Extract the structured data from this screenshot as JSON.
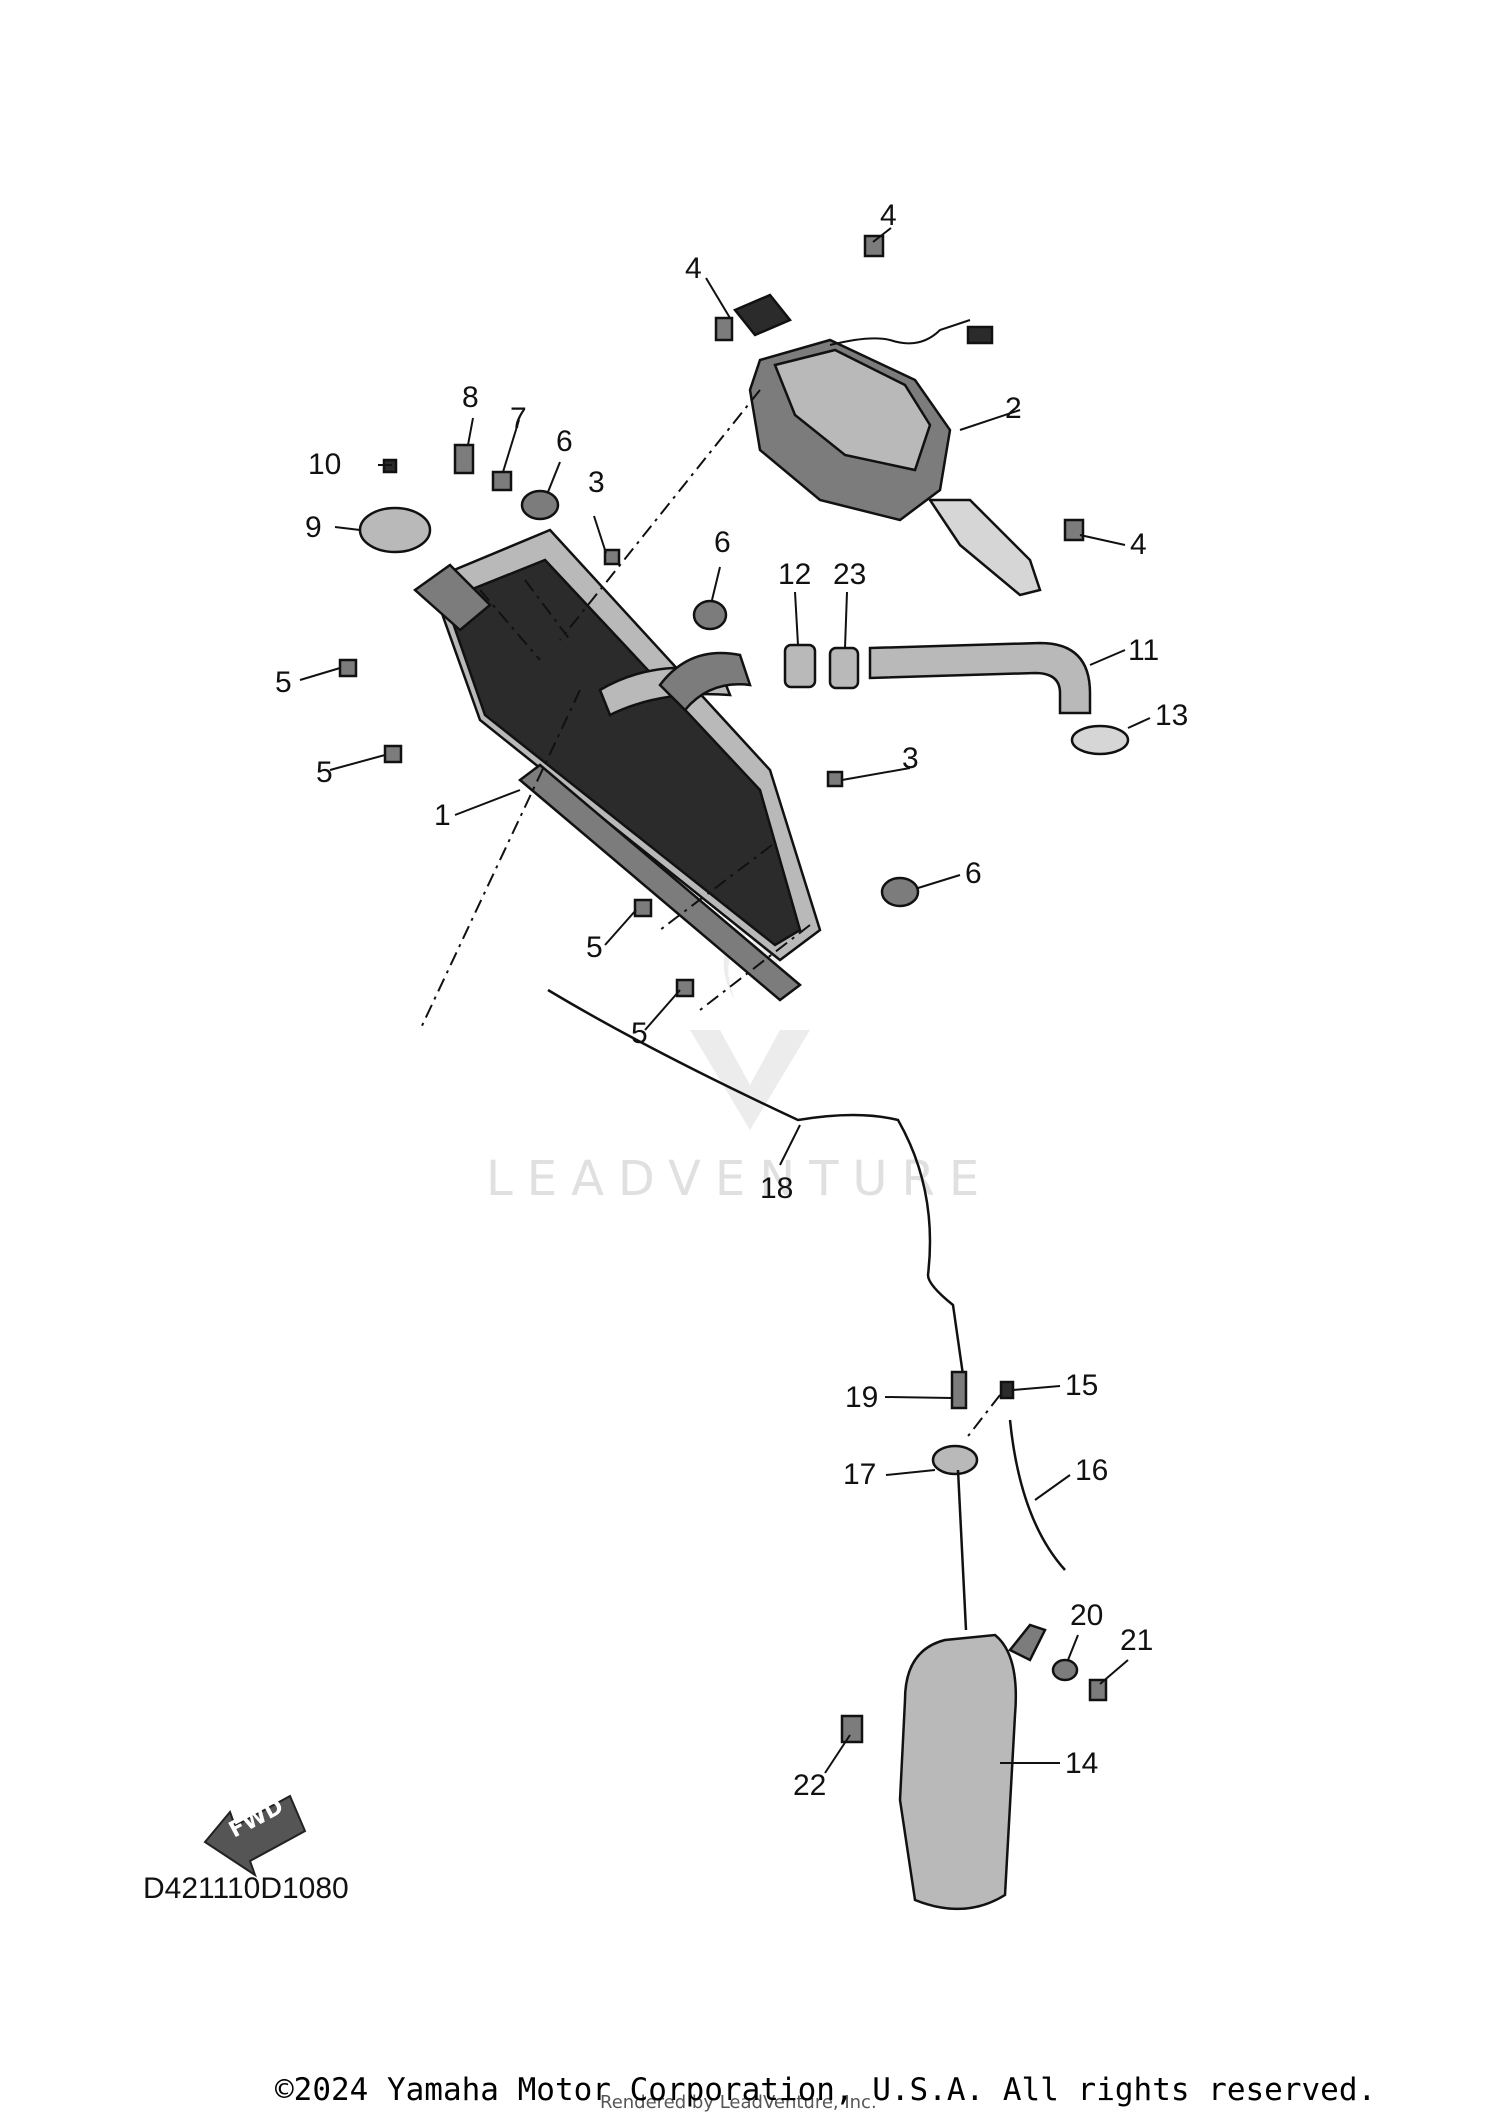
{
  "watermark": {
    "text": "LEADVENTURE"
  },
  "diagram_code": "D421110D1080",
  "fwd_label": "FWD",
  "copyright": "©2024 Yamaha Motor Corporation, U.S.A. All rights reserved.",
  "rendered_by": "Rendered by LeadVenture, Inc.",
  "callouts": {
    "c1": "1",
    "c2": "2",
    "c3a": "3",
    "c3b": "3",
    "c4a": "4",
    "c4b": "4",
    "c4c": "4",
    "c5a": "5",
    "c5b": "5",
    "c5c": "5",
    "c5d": "5",
    "c6a": "6",
    "c6b": "6",
    "c6c": "6",
    "c7": "7",
    "c8": "8",
    "c9": "9",
    "c10": "10",
    "c11": "11",
    "c12": "12",
    "c13": "13",
    "c14": "14",
    "c15": "15",
    "c16": "16",
    "c17": "17",
    "c18": "18",
    "c19": "19",
    "c20": "20",
    "c21": "21",
    "c22": "22",
    "c23": "23"
  }
}
